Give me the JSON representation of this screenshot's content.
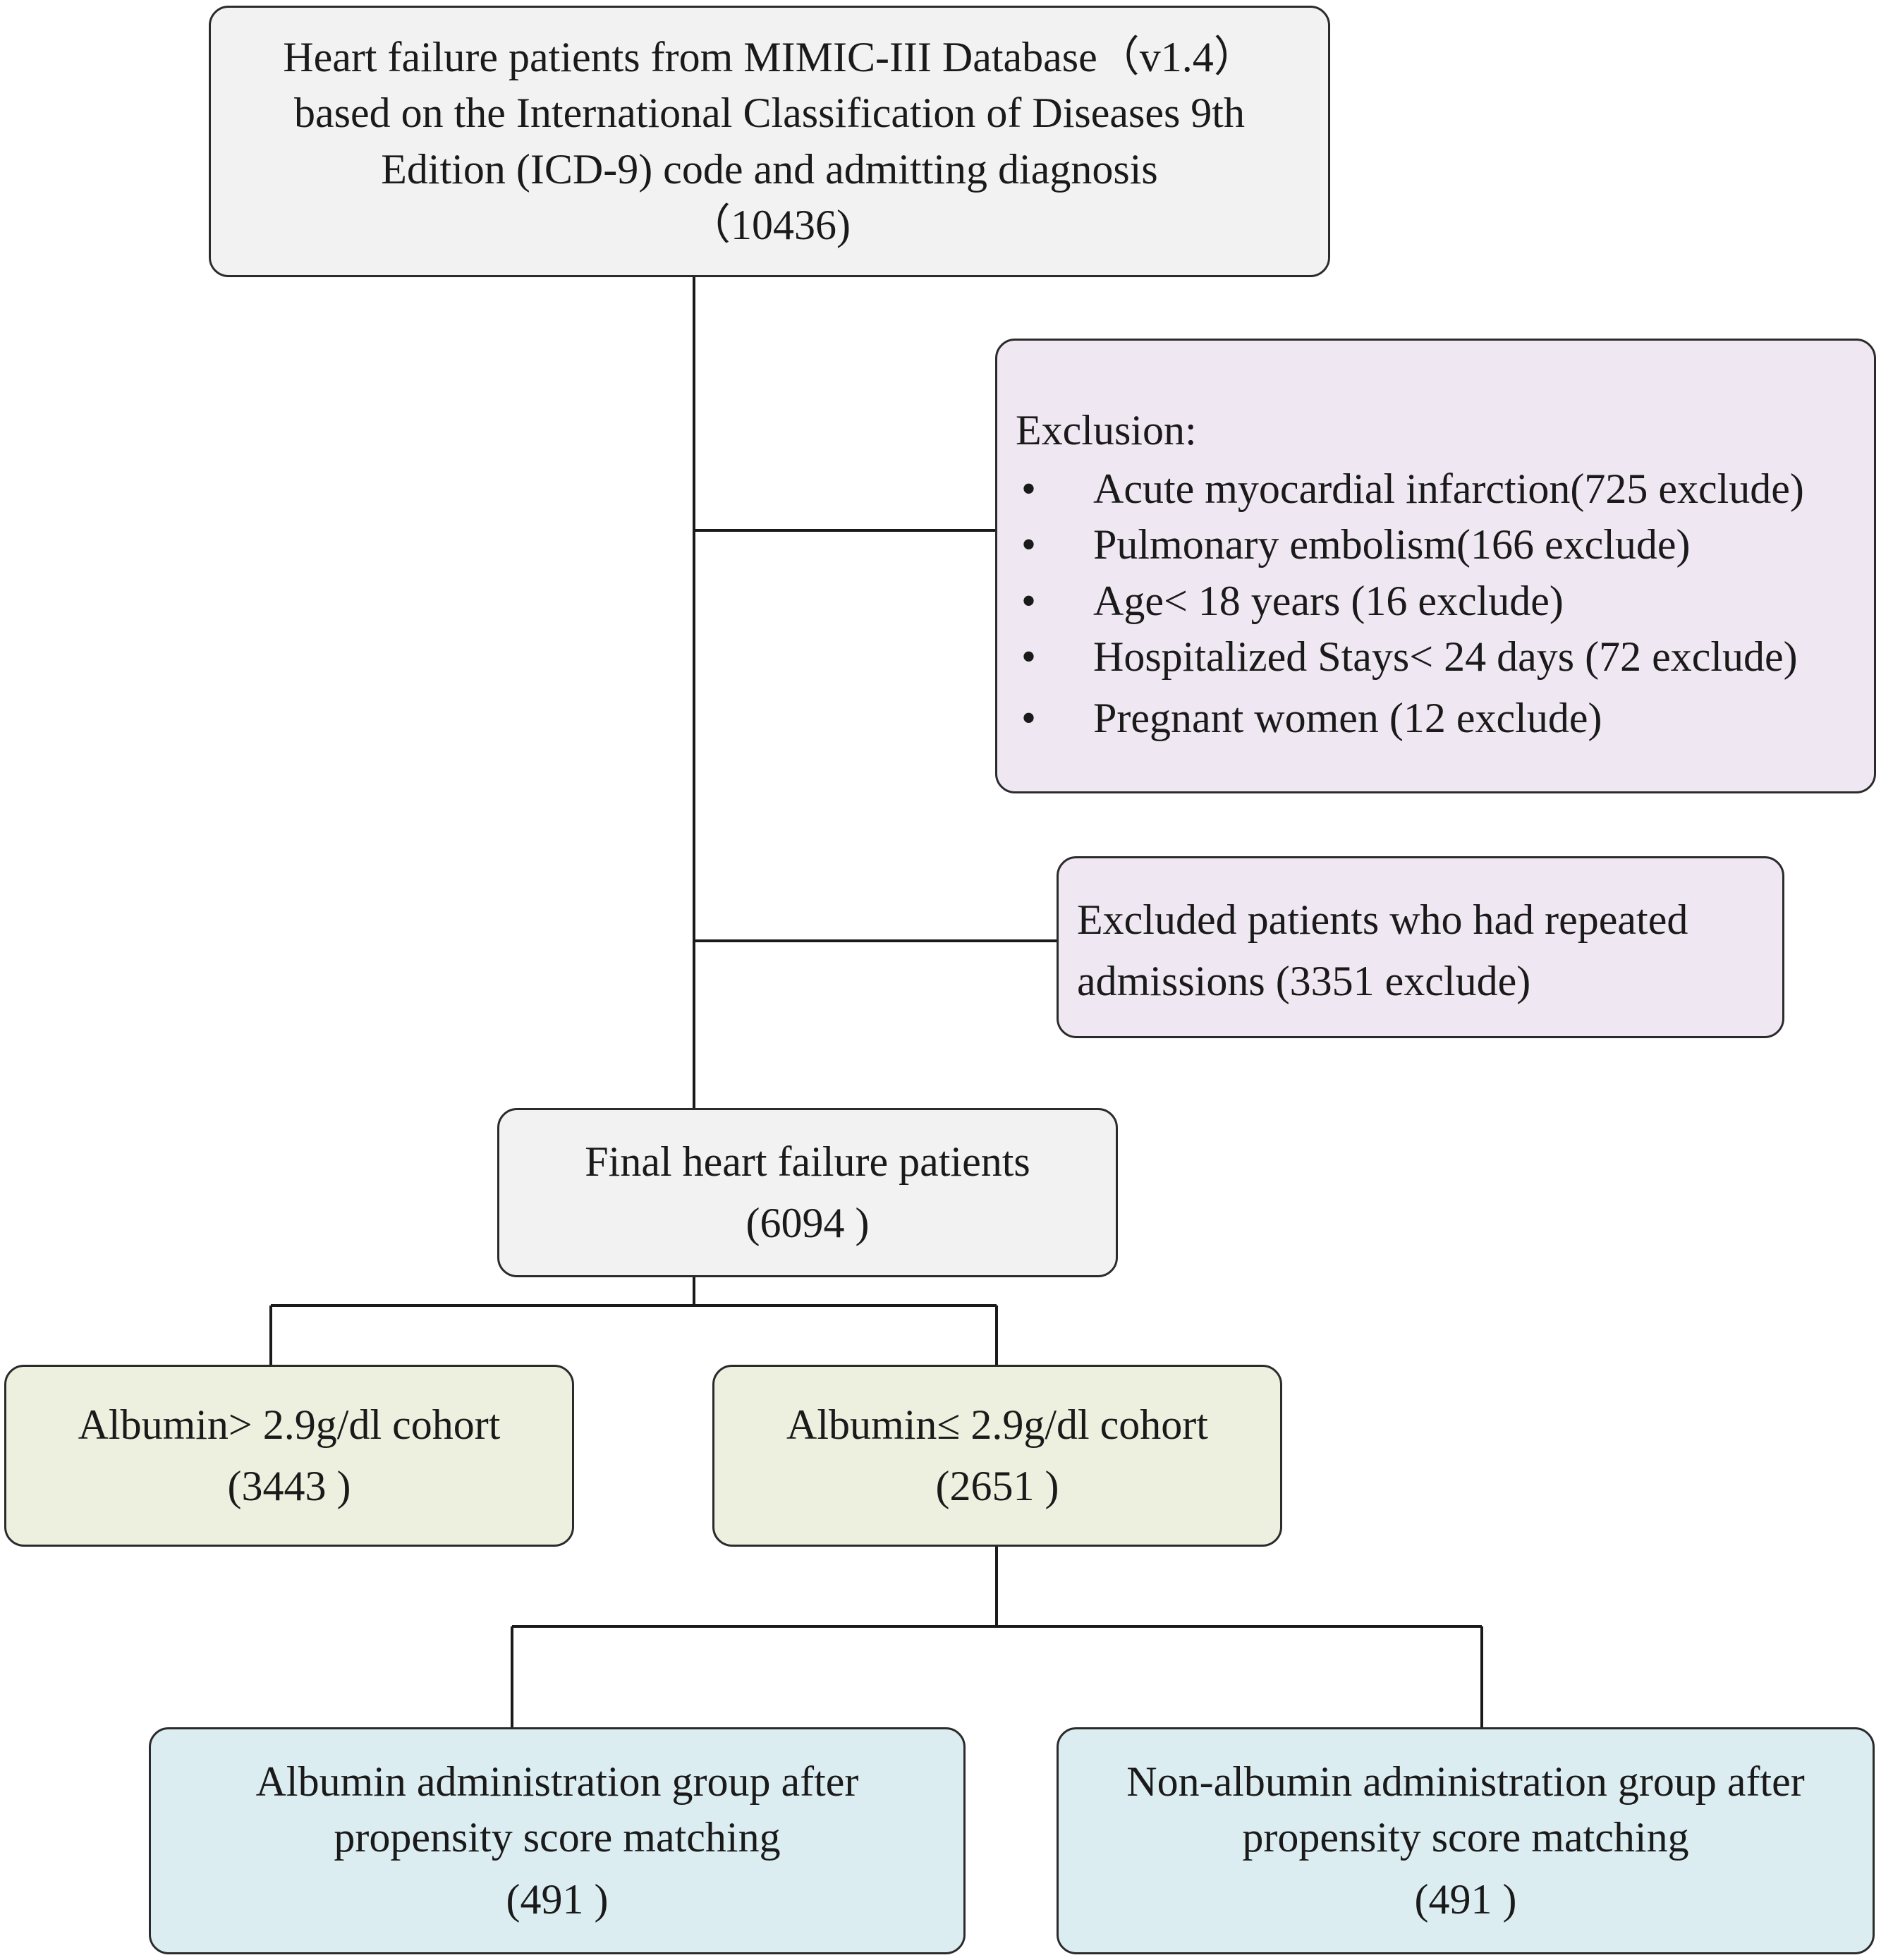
{
  "source": {
    "lines": [
      "Heart failure patients from MIMIC-III Database（v1.4）",
      "based on the International Classification of Diseases 9th",
      "Edition (ICD-9) code and admitting diagnosis",
      "（10436)"
    ]
  },
  "exclusion": {
    "heading": "Exclusion:",
    "items": [
      "Acute myocardial infarction(725 exclude)",
      "Pulmonary embolism(166 exclude)",
      "Age< 18 years (16 exclude)",
      "Hospitalized Stays<  24 days (72 exclude)",
      "Pregnant women (12 exclude)"
    ]
  },
  "repeated": {
    "lines": [
      "Excluded patients who had repeated",
      "admissions (3351 exclude)"
    ]
  },
  "final": {
    "title": "Final heart failure patients",
    "count": "(6094 )"
  },
  "albumin_high": {
    "title": "Albumin> 2.9g/dl cohort",
    "count": "(3443 )"
  },
  "albumin_low": {
    "title": "Albumin≤ 2.9g/dl cohort",
    "count": "(2651 )"
  },
  "albumin_admin": {
    "lines": [
      "Albumin administration group after",
      "propensity score matching"
    ],
    "count": "(491 )"
  },
  "non_albumin_admin": {
    "lines": [
      "Non-albumin administration group after",
      "propensity score matching"
    ],
    "count": "(491 )"
  },
  "colors": {
    "gray_box": "#f2f2f2",
    "purple_box": "#efe7f1",
    "green_box": "#edf0df",
    "blue_box": "#dcedf2",
    "line": "#1a1a1a"
  }
}
